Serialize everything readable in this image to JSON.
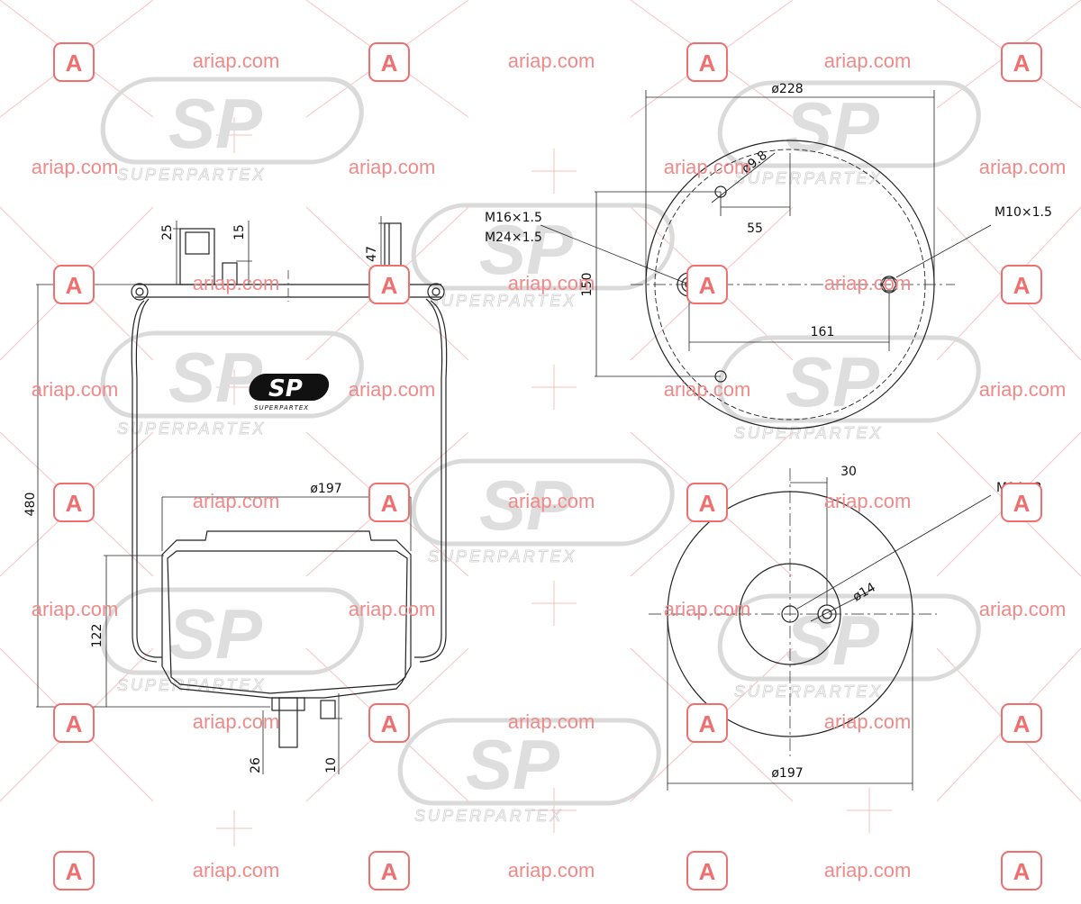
{
  "watermark": {
    "site": "ariap.com",
    "badge": "A",
    "logo": "SP",
    "logo_sub": "SUPERPARTEX",
    "color": "#ef6f6f"
  },
  "logo": {
    "mark": "SP",
    "sub": "SUPERPARTEX"
  },
  "side_view": {
    "height_total": "480",
    "piston_height": "122",
    "piston_diameter": "ø197",
    "fitting_top_height": "25",
    "top_offset": "15",
    "stud_height": "47",
    "bottom_stud": "26",
    "bottom_offset": "10"
  },
  "top_view": {
    "diameter": "ø228",
    "hole": "ø9.8",
    "offset_55": "55",
    "distance_150": "150",
    "distance_161": "161",
    "thread_1": "M16×1.5",
    "thread_2": "M24×1.5",
    "thread_3": "M10×1.5"
  },
  "bottom_view": {
    "offset_30": "30",
    "thread": "M14×2",
    "hole": "ø14",
    "diameter": "ø197"
  }
}
